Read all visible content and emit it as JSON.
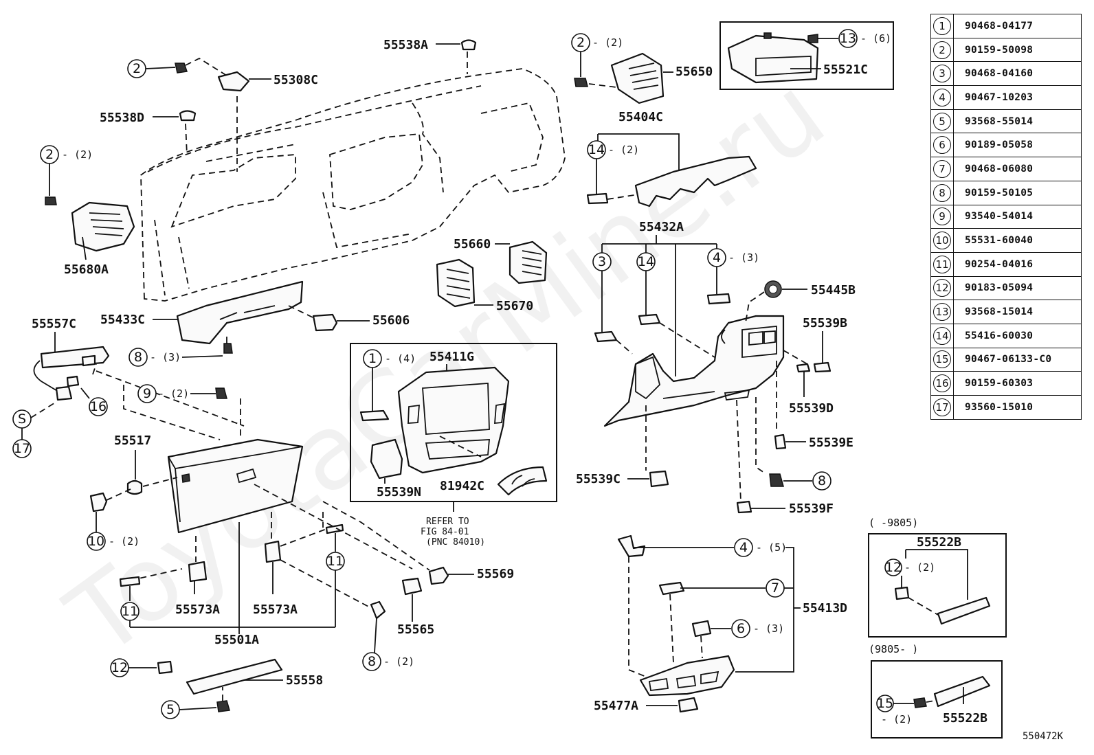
{
  "watermark": "ToyotaCarMine.ru",
  "diagram_code": "550472K",
  "reference_table": [
    {
      "no": "1",
      "part": "90468-04177"
    },
    {
      "no": "2",
      "part": "90159-50098"
    },
    {
      "no": "3",
      "part": "90468-04160"
    },
    {
      "no": "4",
      "part": "90467-10203"
    },
    {
      "no": "5",
      "part": "93568-55014"
    },
    {
      "no": "6",
      "part": "90189-05058"
    },
    {
      "no": "7",
      "part": "90468-06080"
    },
    {
      "no": "8",
      "part": "90159-50105"
    },
    {
      "no": "9",
      "part": "93540-54014"
    },
    {
      "no": "10",
      "part": "55531-60040"
    },
    {
      "no": "11",
      "part": "90254-04016"
    },
    {
      "no": "12",
      "part": "90183-05094"
    },
    {
      "no": "13",
      "part": "93568-15014"
    },
    {
      "no": "14",
      "part": "55416-60030"
    },
    {
      "no": "15",
      "part": "90467-06133-C0"
    },
    {
      "no": "16",
      "part": "90159-60303"
    },
    {
      "no": "17",
      "part": "93560-15010"
    }
  ],
  "part_labels": {
    "p55538A": "55538A",
    "p55308C": "55308C",
    "p55538D": "55538D",
    "p55680A": "55680A",
    "p55650": "55650",
    "p55521C": "55521C",
    "p55404C": "55404C",
    "p55432A": "55432A",
    "p55445B": "55445B",
    "p55539B": "55539B",
    "p55539D": "55539D",
    "p55539E": "55539E",
    "p55539C": "55539C",
    "p55539F": "55539F",
    "p55660": "55660",
    "p55670": "55670",
    "p55433C": "55433C",
    "p55606": "55606",
    "p55557C": "55557C",
    "p55411G": "55411G",
    "p55539N": "55539N",
    "p81942C": "81942C",
    "p55517": "55517",
    "p55569": "55569",
    "p55565": "55565",
    "p55573A_1": "55573A",
    "p55573A_2": "55573A",
    "p55501A": "55501A",
    "p55558": "55558",
    "p55413D": "55413D",
    "p55477A": "55477A",
    "p55522B_1": "55522B",
    "p55522B_2": "55522B"
  },
  "callouts": {
    "c2a": "2",
    "c2b": "2",
    "c2c": "2",
    "c13": "13",
    "c14a": "14",
    "c3": "3",
    "c14b": "14",
    "c4a": "4",
    "c8a": "8",
    "c8b": "8",
    "c8c": "8",
    "c9": "9",
    "c16": "16",
    "s": "S",
    "c17": "17",
    "c1": "1",
    "c10": "10",
    "c11a": "11",
    "c11b": "11",
    "c12a": "12",
    "c5": "5",
    "c4b": "4",
    "c7": "7",
    "c6": "6",
    "c12b": "12",
    "c15": "15"
  },
  "quantities": {
    "q2b": "- (2)",
    "q2c": "- (2)",
    "q13": "- (6)",
    "q14a": "- (2)",
    "q4a": "- (3)",
    "q8a": "- (3)",
    "q9": "- (2)",
    "q1": "- (4)",
    "q10": "- (2)",
    "q8c": "- (2)",
    "q4b": "- (5)",
    "q6": "- (3)",
    "q12b": "- (2)",
    "q15": "- (2)"
  },
  "refer_note": {
    "line1": "REFER TO",
    "line2": "FIG 84-01",
    "line3": "(PNC 84010)"
  },
  "date_ranges": {
    "r1": "(      -9805)",
    "r2": "(9805-      )"
  }
}
